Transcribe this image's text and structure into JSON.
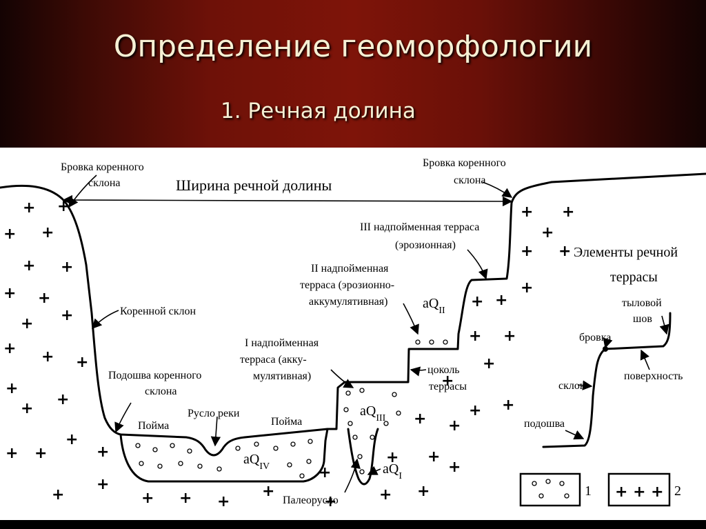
{
  "slide": {
    "title": "Определение геоморфологии",
    "subtitle": "1. Речная долина",
    "colors": {
      "header_bg": "#6e1108",
      "title_text": "#f6f0d4",
      "diagram_bg": "#ffffff"
    }
  },
  "diagram": {
    "labels": {
      "left_edge_1": "Бровка коренного",
      "left_edge_2": "склона",
      "valley_width": "Ширина речной долины",
      "right_edge_1": "Бровка коренного",
      "right_edge_2": "склона",
      "terrace3_1": "III надпойменная терраса",
      "terrace3_2": "(эрозионная)",
      "terrace2_1": "II надпойменная",
      "terrace2_2": "терраса (эрозионно-",
      "terrace2_3": "аккумулятивная)",
      "bedrock_slope": "Коренной склон",
      "terrace1_1": "I надпойменная",
      "terrace1_2": "терраса (акку-",
      "terrace1_3": "мулятивная)",
      "slope_foot_1": "Подошва коренного",
      "slope_foot_2": "склона",
      "floodplain_left": "Пойма",
      "river_bed": "Русло реки",
      "floodplain_right": "Пойма",
      "terrace_base_1": "цоколь",
      "terrace_base_2": "террасы",
      "paleochannel": "Палеорусло",
      "elements_1": "Элементы речной",
      "elements_2": "террасы",
      "rear_seam_1": "тыловой",
      "rear_seam_2": "шов",
      "brow": "бровка",
      "surface": "поверхность",
      "slope": "склон",
      "foot": "подошва"
    },
    "deposits": {
      "q2": {
        "a": "aQ",
        "sub": "II"
      },
      "q3": {
        "a": "aQ",
        "sub": "III"
      },
      "q4": {
        "a": "aQ",
        "sub": "IV"
      },
      "q1": {
        "a": "aQ",
        "sub": "I"
      }
    },
    "legend": {
      "item1_label": "1",
      "item2_label": "2",
      "item2_symbols": "+ + +"
    }
  }
}
